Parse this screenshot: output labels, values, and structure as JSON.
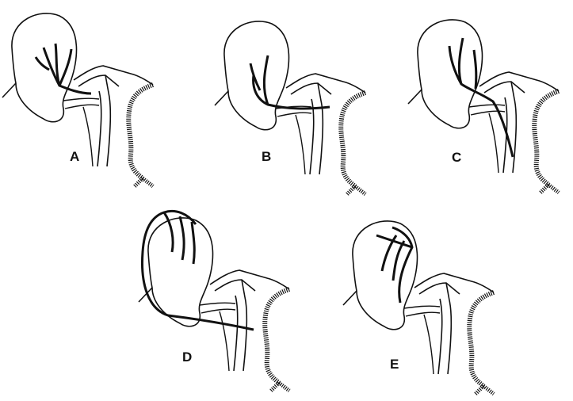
{
  "panels": [
    {
      "id": "A",
      "label": "A"
    },
    {
      "id": "B",
      "label": "B"
    },
    {
      "id": "C",
      "label": "C"
    },
    {
      "id": "D",
      "label": "D"
    },
    {
      "id": "E",
      "label": "E"
    }
  ]
}
